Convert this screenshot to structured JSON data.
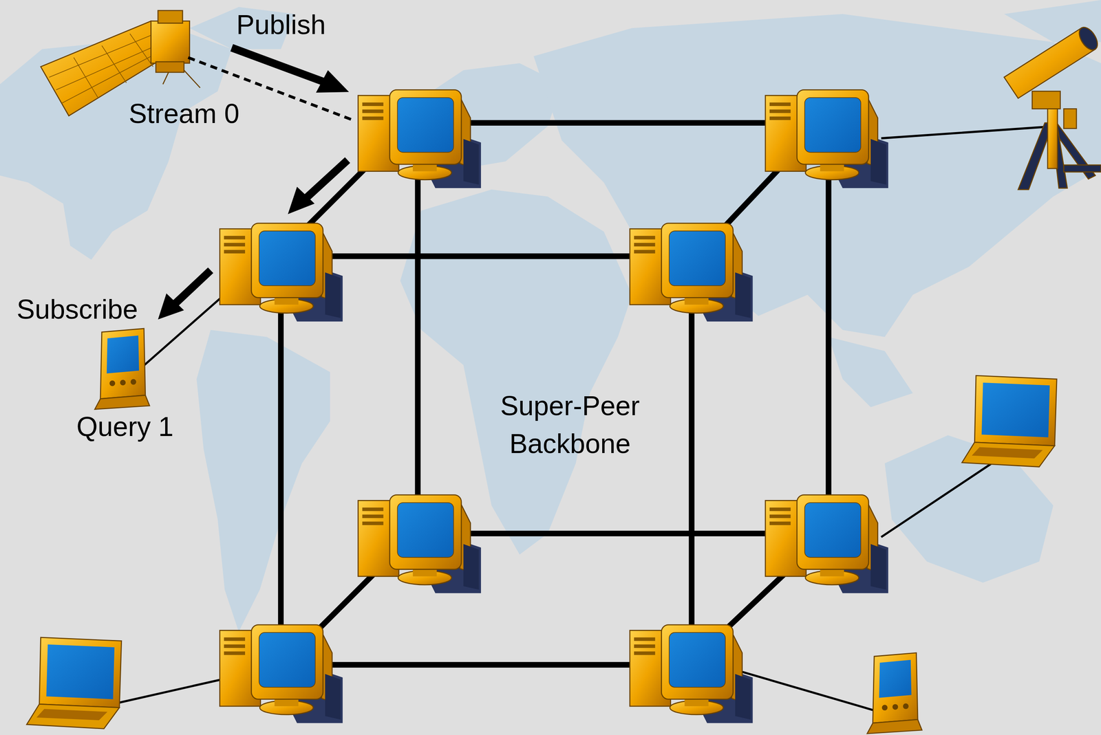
{
  "diagram": {
    "labels": [
      "Publish",
      "Stream 0",
      "Subscribe",
      "Query 1",
      "Super-Peer Backbone"
    ]
  }
}
